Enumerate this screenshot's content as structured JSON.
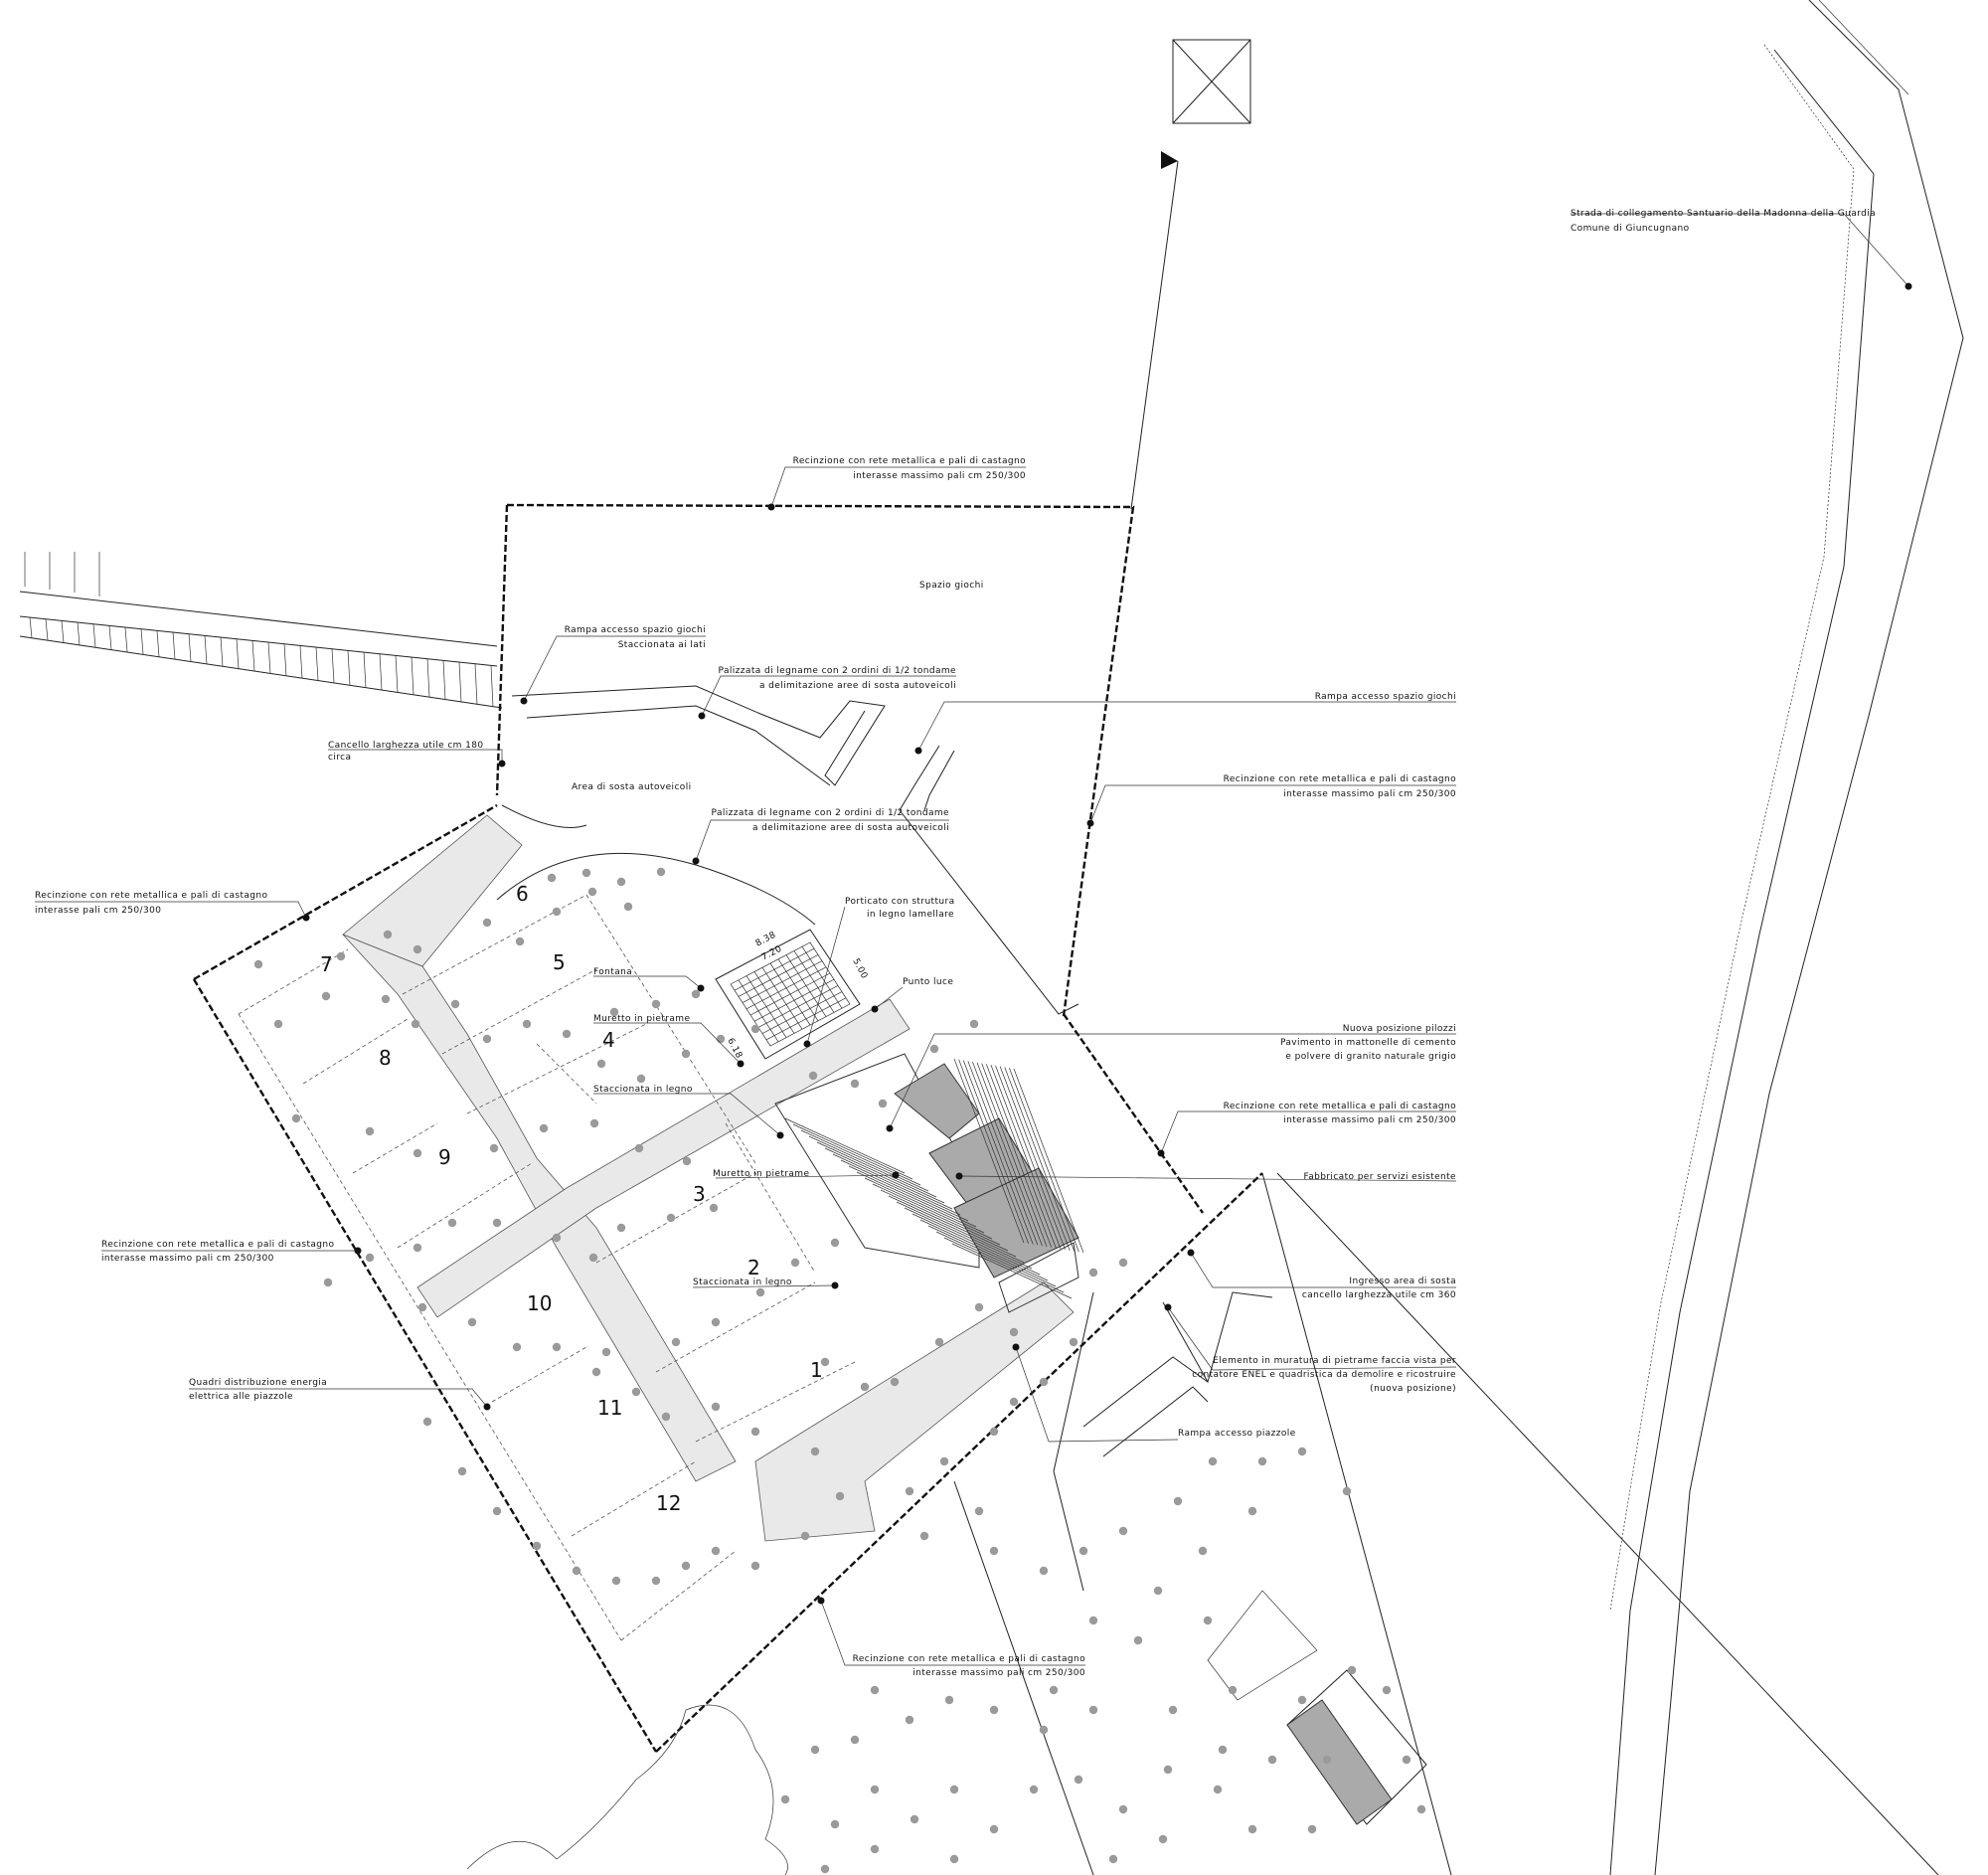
{
  "labels": {
    "strada": "Strada di collegamento Santuario della Madonna della Guardia",
    "comune": "Comune di Giuncugnano",
    "recinzione_top_1": "Recinzione con rete metallica e pali di castagno",
    "recinzione_top_2": "interasse massimo pali cm 250/300",
    "spazio_giochi": "Spazio giochi",
    "rampa_giochi_1": "Rampa accesso spazio giochi",
    "rampa_giochi_2": "Staccionata ai lati",
    "palizzata_1": "Palizzata di legname con 2 ordini di 1/2 tondame",
    "palizzata_2": "a delimitazione aree di sosta autoveicoli",
    "rampa_giochi_right": "Rampa accesso spazio giochi",
    "cancello_1": "Cancello larghezza utile cm 180",
    "cancello_2": "circa",
    "area_sosta": "Area di sosta autoveicoli",
    "recinzione_right1_1": "Recinzione con rete metallica e pali di castagno",
    "recinzione_right1_2": "interasse massimo pali cm 250/300",
    "palizzata_b_1": "Palizzata di legname con 2 ordini di 1/2 tondame",
    "palizzata_b_2": "a delimitazione aree di sosta autoveicoli",
    "recinzione_left_1": "Recinzione con rete metallica e pali di castagno",
    "recinzione_left_2": "interasse pali cm 250/300",
    "porticato_1": "Porticato con struttura",
    "porticato_2": "in legno lamellare",
    "fontana": "Fontana",
    "punto_luce": "Punto luce",
    "muretto_1": "Muretto in pietrame",
    "pilozzi_1": "Nuova posizione pilozzi",
    "pilozzi_2": "Pavimento in mattonelle di cemento",
    "pilozzi_3": "e polvere di granito naturale grigio",
    "staccionata_1": "Staccionata in legno",
    "recinzione_right2_1": "Recinzione con rete metallica e pali di castagno",
    "recinzione_right2_2": "interasse massimo pali cm 250/300",
    "muretto_2": "Muretto in pietrame",
    "fabbricato": "Fabbricato per servizi esistente",
    "recinzione_left2_1": "Recinzione con rete metallica e pali di castagno",
    "recinzione_left2_2": "interasse massimo pali cm 250/300",
    "staccionata_2": "Staccionata in legno",
    "ingresso_1": "Ingresso area di sosta",
    "ingresso_2": "cancello larghezza utile cm 360",
    "elemento_1": "Elemento in muratura di pietrame faccia vista per",
    "elemento_2": "contatore ENEL e quadristica da demolire e ricostruire",
    "elemento_3": "(nuova posizione)",
    "quadri_1": "Quadri distribuzione energia",
    "quadri_2": "elettrica alle piazzole",
    "rampa_piazzole": "Rampa accesso piazzole",
    "recinzione_bottom_1": "Recinzione con rete metallica e pali di castagno",
    "recinzione_bottom_2": "interasse massimo pali cm 250/300",
    "dim_1": "8.38",
    "dim_2": "7.20",
    "dim_3": "5.00",
    "dim_4": "6.18"
  },
  "plots": [
    "1",
    "2",
    "3",
    "4",
    "5",
    "6",
    "7",
    "8",
    "9",
    "10",
    "11",
    "12"
  ]
}
